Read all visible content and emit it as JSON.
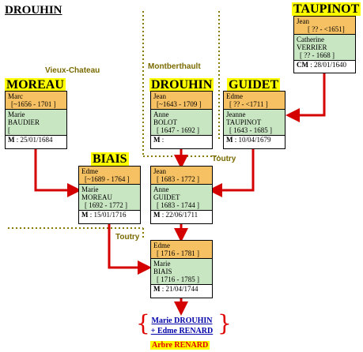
{
  "page_title": "DROUHIN",
  "places": {
    "vieux_chateau": "Vieux-Chateau",
    "montberthault": "Montberthault",
    "toutry_1": "Toutry",
    "toutry_2": "Toutry"
  },
  "surnames": {
    "moreau": "MOREAU",
    "drouhin": "DROUHIN",
    "guidet": "GUIDET",
    "taupinot": "TAUPINOT",
    "biais": "BIAIS"
  },
  "couples": {
    "taupinot": {
      "husband_name": "Jean",
      "husband_dates": "[ ?? - <1651]",
      "wife_name_1": "Catherine",
      "wife_name_2": "VERRIER",
      "wife_dates": "[ ?? - 1668 ]",
      "marriage_label": "CM",
      "marriage_date": ": 28/01/1640"
    },
    "moreau": {
      "husband_name": "Marc",
      "husband_dates": "[~1656 - 1701 ]",
      "wife_name_1": "Marie",
      "wife_name_2": "BAUDIER",
      "wife_dates": "[",
      "marriage_label": "M",
      "marriage_date": ": 25/01/1684"
    },
    "drouhin_1": {
      "husband_name": "Jean",
      "husband_dates": "[~1643 - 1709 ]",
      "wife_name_1": "Anne",
      "wife_name_2": "BOLOT",
      "wife_dates": "[ 1647 - 1692 ]",
      "marriage_label": "M",
      "marriage_date": ":"
    },
    "guidet": {
      "husband_name": "Edme",
      "husband_dates": "[ ?? - <1711 ]",
      "wife_name_1": "Jeanne",
      "wife_name_2": "TAUPINOT",
      "wife_dates": "[ 1643 - 1685 ]",
      "marriage_label": "M",
      "marriage_date": ": 10/04/1679"
    },
    "biais": {
      "husband_name": "Edme",
      "husband_dates": "[~1689 - 1764 ]",
      "wife_name_1": "Marie",
      "wife_name_2": "MOREAU",
      "wife_dates": "[ 1692 - 1772 ]",
      "marriage_label": "M",
      "marriage_date": ": 15/01/1716"
    },
    "drouhin_2": {
      "husband_name": "Jean",
      "husband_dates": "[ 1683 - 1772 ]",
      "wife_name_1": "Anne",
      "wife_name_2": "GUIDET",
      "wife_dates": "[ 1683 - 1744 ]",
      "marriage_label": "M",
      "marriage_date": ": 22/06/1711"
    },
    "drouhin_3": {
      "husband_name": "Edme",
      "husband_dates": "[ 1716 - 1781 ]",
      "wife_name_1": "Marie",
      "wife_name_2": "BIAIS",
      "wife_dates": "[ 1716 - 1785 ]",
      "marriage_label": "M",
      "marriage_date": ": 21/04/1744"
    }
  },
  "descendant_link_1": "Marie DROUHIN",
  "descendant_link_2": "+ Edme RENARD",
  "tree_link": "Arbre RENARD",
  "colors": {
    "husband_bg": "#f6c162",
    "wife_bg": "#c9e6c3",
    "arrow": "#d40000",
    "surname_bg": "#ffff00",
    "dotted": "#8a7a00"
  }
}
